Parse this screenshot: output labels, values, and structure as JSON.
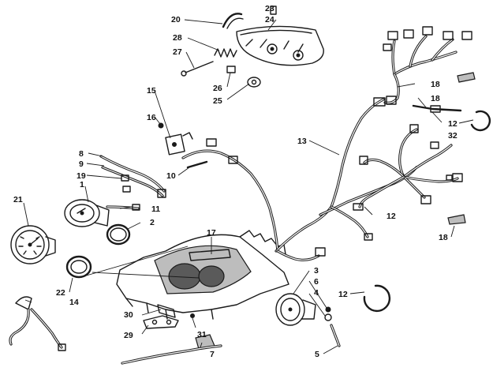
{
  "callouts": [
    "20",
    "23",
    "24",
    "28",
    "27",
    "26",
    "25",
    "15",
    "16",
    "10",
    "8",
    "9",
    "19",
    "1",
    "11",
    "2",
    "21",
    "17",
    "3",
    "6",
    "4",
    "12",
    "5",
    "7",
    "31",
    "29",
    "30",
    "22",
    "14",
    "13",
    "18",
    "32"
  ],
  "colors": {
    "ink": "#1a1a1a",
    "shade": "#bdbdbd",
    "background": "#ffffff"
  }
}
